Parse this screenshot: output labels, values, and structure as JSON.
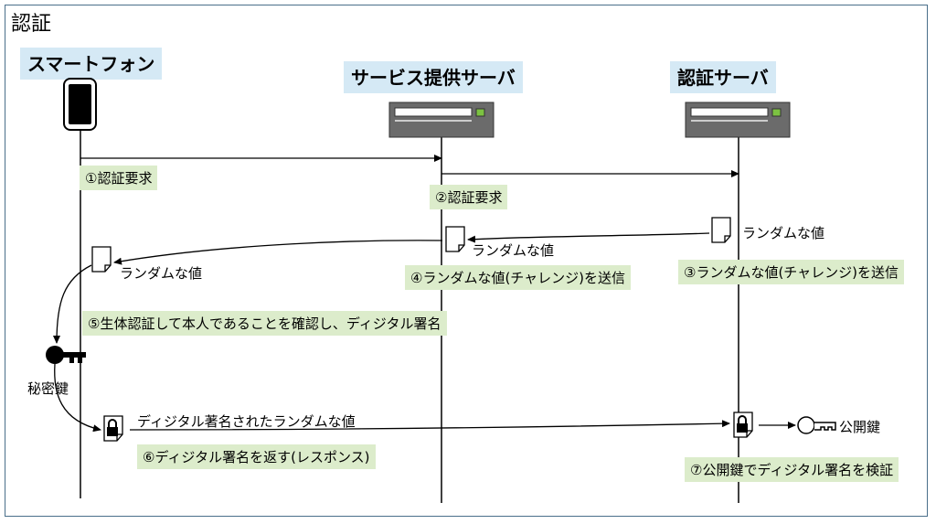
{
  "title": "認証",
  "actors": {
    "smartphone": "スマートフォン",
    "service_server": "サービス提供サーバ",
    "auth_server": "認証サーバ"
  },
  "steps": {
    "s1": "①認証要求",
    "s2": "②認証要求",
    "s3": "③ランダムな値(チャレンジ)を送信",
    "s4": "④ランダムな値(チャレンジ)を送信",
    "s5": "⑤生体認証して本人であることを確認し、ディジタル署名",
    "s6": "⑥ディジタル署名を返す(レスポンス)",
    "s7": "⑦公開鍵でディジタル署名を検証"
  },
  "labels": {
    "random_value_auth": "ランダムな値",
    "random_value_service": "ランダムな値",
    "random_value_phone": "ランダムな値",
    "signed_random_value": "ディジタル著名されたランダムな値",
    "private_key": "秘密鍵",
    "public_key": "公開鍵"
  },
  "icons": [
    "smartphone-icon",
    "server-icon",
    "document-icon",
    "locked-document-icon",
    "private-key-icon",
    "public-key-icon"
  ],
  "colors": {
    "actor_label_bg": "#d5e9f5",
    "step_label_bg": "#dceccb",
    "frame_border": "#4a6f8a",
    "server_body": "#6b6b6b",
    "server_led": "#7cc242"
  }
}
